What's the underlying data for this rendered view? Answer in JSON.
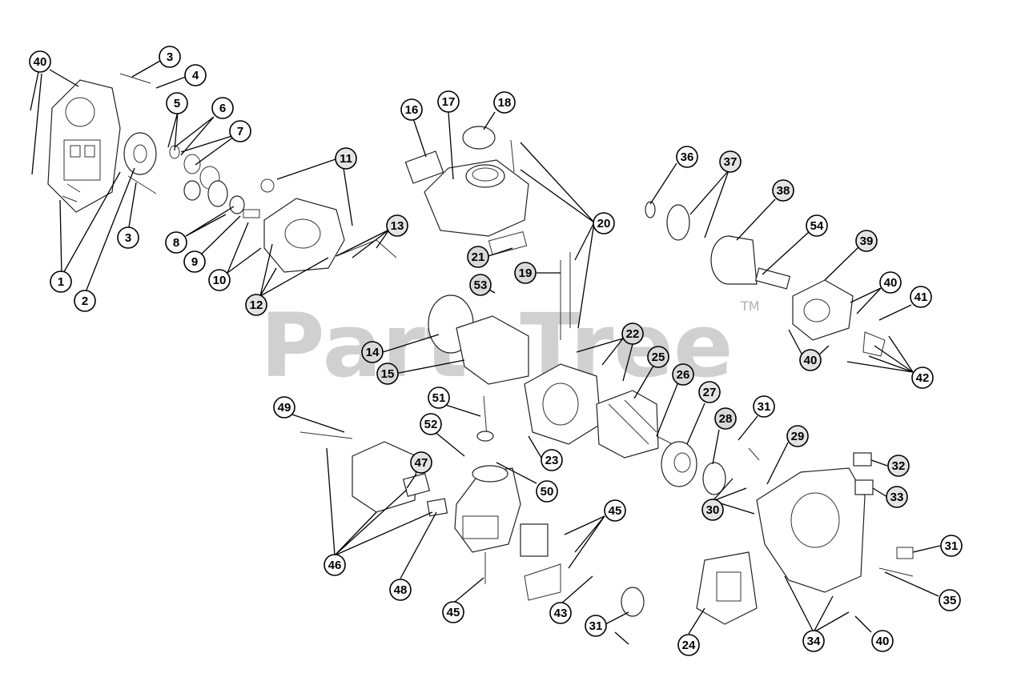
{
  "watermark": {
    "text": "PartsTree",
    "trademark": "TM"
  },
  "callouts": [
    {
      "id": "c40a",
      "label": "40"
    },
    {
      "id": "c3a",
      "label": "3"
    },
    {
      "id": "c4",
      "label": "4"
    },
    {
      "id": "c5",
      "label": "5"
    },
    {
      "id": "c6",
      "label": "6"
    },
    {
      "id": "c7",
      "label": "7"
    },
    {
      "id": "c3b",
      "label": "3"
    },
    {
      "id": "c1",
      "label": "1"
    },
    {
      "id": "c2",
      "label": "2"
    },
    {
      "id": "c8",
      "label": "8"
    },
    {
      "id": "c9",
      "label": "9"
    },
    {
      "id": "c10",
      "label": "10"
    },
    {
      "id": "c11",
      "label": "11"
    },
    {
      "id": "c12",
      "label": "12"
    },
    {
      "id": "c13",
      "label": "13"
    },
    {
      "id": "c16",
      "label": "16"
    },
    {
      "id": "c17",
      "label": "17"
    },
    {
      "id": "c18",
      "label": "18"
    },
    {
      "id": "c20",
      "label": "20"
    },
    {
      "id": "c21",
      "label": "21"
    },
    {
      "id": "c19",
      "label": "19"
    },
    {
      "id": "c53",
      "label": "53"
    },
    {
      "id": "c14",
      "label": "14"
    },
    {
      "id": "c15",
      "label": "15"
    },
    {
      "id": "c36",
      "label": "36"
    },
    {
      "id": "c37",
      "label": "37"
    },
    {
      "id": "c38",
      "label": "38"
    },
    {
      "id": "c54",
      "label": "54"
    },
    {
      "id": "c39",
      "label": "39"
    },
    {
      "id": "c40b",
      "label": "40"
    },
    {
      "id": "c41",
      "label": "41"
    },
    {
      "id": "c40c",
      "label": "40"
    },
    {
      "id": "c42",
      "label": "42"
    },
    {
      "id": "c22",
      "label": "22"
    },
    {
      "id": "c25",
      "label": "25"
    },
    {
      "id": "c26",
      "label": "26"
    },
    {
      "id": "c27",
      "label": "27"
    },
    {
      "id": "c28",
      "label": "28"
    },
    {
      "id": "c31a",
      "label": "31"
    },
    {
      "id": "c29",
      "label": "29"
    },
    {
      "id": "c30",
      "label": "30"
    },
    {
      "id": "c32",
      "label": "32"
    },
    {
      "id": "c33",
      "label": "33"
    },
    {
      "id": "c31b",
      "label": "31"
    },
    {
      "id": "c35",
      "label": "35"
    },
    {
      "id": "c34",
      "label": "34"
    },
    {
      "id": "c40d",
      "label": "40"
    },
    {
      "id": "c24",
      "label": "24"
    },
    {
      "id": "c31c",
      "label": "31"
    },
    {
      "id": "c43",
      "label": "43"
    },
    {
      "id": "c45a",
      "label": "45"
    },
    {
      "id": "c45b",
      "label": "45"
    },
    {
      "id": "c48",
      "label": "48"
    },
    {
      "id": "c46",
      "label": "46"
    },
    {
      "id": "c47",
      "label": "47"
    },
    {
      "id": "c49",
      "label": "49"
    },
    {
      "id": "c51",
      "label": "51"
    },
    {
      "id": "c52",
      "label": "52"
    },
    {
      "id": "c50",
      "label": "50"
    },
    {
      "id": "c23",
      "label": "23"
    }
  ]
}
